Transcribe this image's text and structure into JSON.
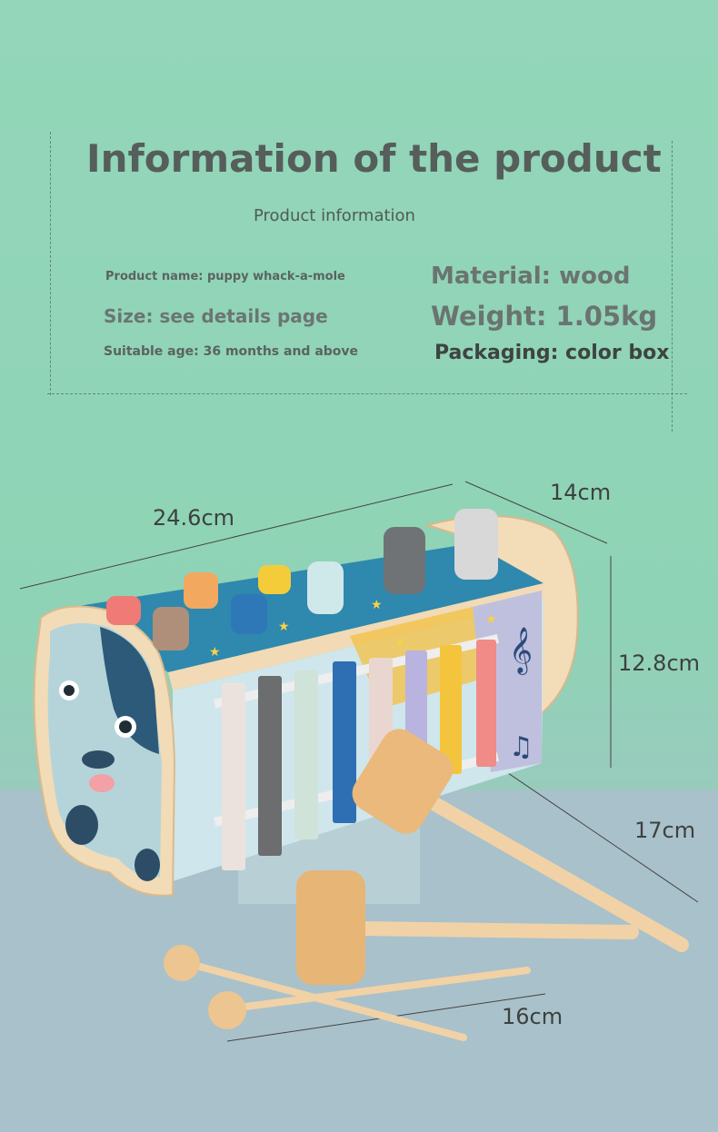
{
  "header": {
    "title": "Information of the product",
    "subtitle": "Product information"
  },
  "specs_left": {
    "product_name": "Product name: puppy whack-a-mole",
    "size": "Size: see details page",
    "age": "Suitable age: 36 months and above"
  },
  "specs_right": {
    "material": "Material: wood",
    "weight": "Weight: 1.05kg",
    "packaging": "Packaging: color box"
  },
  "dimensions": {
    "length": "24.6cm",
    "width": "14cm",
    "height": "12.8cm",
    "hammer": "17cm",
    "mallet": "16cm"
  },
  "colors": {
    "background": "#93d6b9",
    "floor": "#a9c3cd",
    "board_top": "#2f8bb0",
    "wood": "#f0d8b0"
  },
  "icons": [
    "puppy-face-illustration",
    "treble-clef-icon",
    "music-note-icon",
    "star-icon"
  ]
}
